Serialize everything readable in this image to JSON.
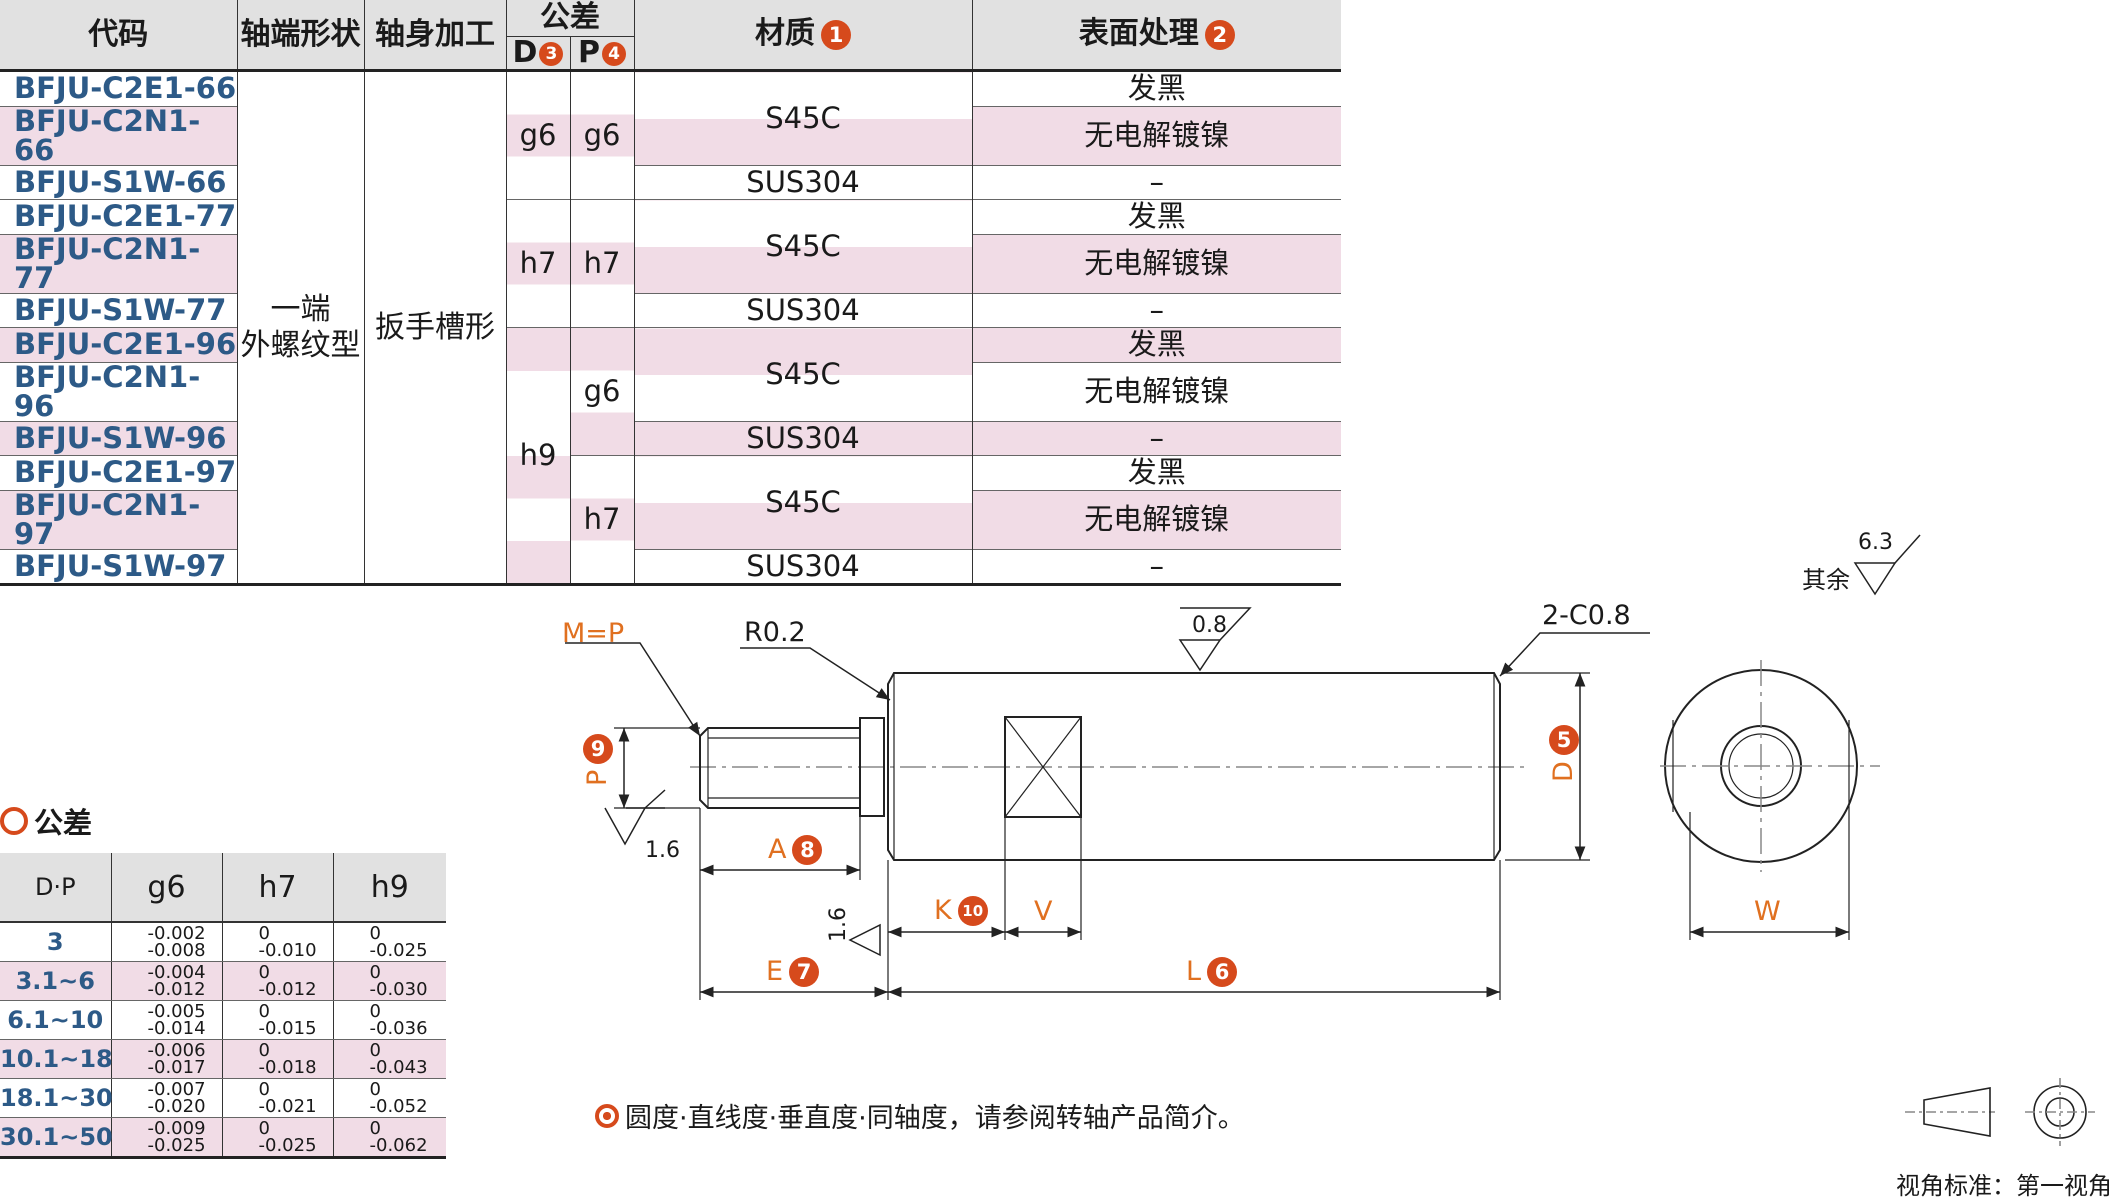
{
  "spec_table": {
    "headers": {
      "code": "代码",
      "end_shape": "轴端形状",
      "body_process": "轴身加工",
      "tolerance": "公差",
      "tol_d": "D",
      "tol_d_num": "3",
      "tol_p": "P",
      "tol_p_num": "4",
      "material": "材质",
      "material_num": "1",
      "surface": "表面处理",
      "surface_num": "2"
    },
    "codes": [
      "BFJU-C2E1-66",
      "BFJU-C2N1-66",
      "BFJU-S1W-66",
      "BFJU-C2E1-77",
      "BFJU-C2N1-77",
      "BFJU-S1W-77",
      "BFJU-C2E1-96",
      "BFJU-C2N1-96",
      "BFJU-S1W-96",
      "BFJU-C2E1-97",
      "BFJU-C2N1-97",
      "BFJU-S1W-97"
    ],
    "end_shape_line1": "一端",
    "end_shape_line2": "外螺纹型",
    "body_process": "扳手槽形",
    "d_values": [
      "g6",
      "h7",
      "h9"
    ],
    "p_values": [
      "g6",
      "h7",
      "g6",
      "h7"
    ],
    "materials": [
      "S45C",
      "SUS304",
      "S45C",
      "SUS304",
      "S45C",
      "SUS304",
      "S45C",
      "SUS304"
    ],
    "surfaces": [
      "发黑",
      "无电解镀镍",
      "–",
      "发黑",
      "无电解镀镍",
      "–",
      "发黑",
      "无电解镀镍",
      "–",
      "发黑",
      "无电解镀镍",
      "–"
    ]
  },
  "tolerance": {
    "title": "公差",
    "headers": [
      "D·P",
      "g6",
      "h7",
      "h9"
    ],
    "rows": [
      {
        "range": "3",
        "g6": [
          "-0.002",
          "-0.008"
        ],
        "h7": [
          "0",
          "-0.010"
        ],
        "h9": [
          "0",
          "-0.025"
        ]
      },
      {
        "range": "3.1~6",
        "g6": [
          "-0.004",
          "-0.012"
        ],
        "h7": [
          "0",
          "-0.012"
        ],
        "h9": [
          "0",
          "-0.030"
        ]
      },
      {
        "range": "6.1~10",
        "g6": [
          "-0.005",
          "-0.014"
        ],
        "h7": [
          "0",
          "-0.015"
        ],
        "h9": [
          "0",
          "-0.036"
        ]
      },
      {
        "range": "10.1~18",
        "g6": [
          "-0.006",
          "-0.017"
        ],
        "h7": [
          "0",
          "-0.018"
        ],
        "h9": [
          "0",
          "-0.043"
        ]
      },
      {
        "range": "18.1~30",
        "g6": [
          "-0.007",
          "-0.020"
        ],
        "h7": [
          "0",
          "-0.021"
        ],
        "h9": [
          "0",
          "-0.052"
        ]
      },
      {
        "range": "30.1~50",
        "g6": [
          "-0.009",
          "-0.025"
        ],
        "h7": [
          "0",
          "-0.025"
        ],
        "h9": [
          "0",
          "-0.062"
        ]
      }
    ]
  },
  "drawing": {
    "m_eq_p": "M=P",
    "r02": "R0.2",
    "c08": "2-C0.8",
    "rough_08": "0.8",
    "rough_63": "6.3",
    "rough_16": "1.6",
    "other": "其余",
    "p": "P",
    "p_num": "9",
    "d": "D",
    "d_num": "5",
    "a": "A",
    "a_num": "8",
    "k": "K",
    "k_num": "10",
    "v": "V",
    "e": "E",
    "e_num": "7",
    "l": "L",
    "l_num": "6",
    "w": "W"
  },
  "note": "圆度·直线度·垂直度·同轴度，请参阅转轴产品简介。",
  "view_standard": "视角标准：第一视角",
  "colors": {
    "accent": "#d64a1c",
    "code_blue": "#2d5a87",
    "pink": "#f1dce6",
    "header_gray": "#e1e1e1"
  }
}
